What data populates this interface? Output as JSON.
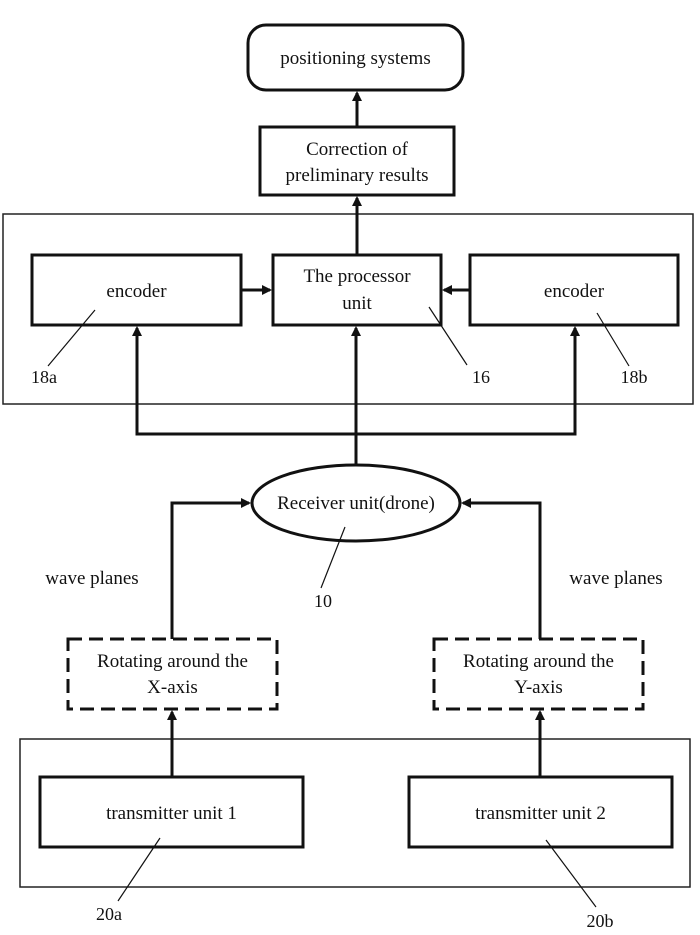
{
  "nodes": {
    "positioning": "positioning systems",
    "correction_line1": "Correction of",
    "correction_line2": "preliminary results",
    "encoder_left": "encoder",
    "processor_line1": "The processor",
    "processor_line2": "unit",
    "encoder_right": "encoder",
    "receiver": "Receiver unit(drone)",
    "rotate_x_line1": "Rotating around the",
    "rotate_x_line2": "X-axis",
    "rotate_y_line1": "Rotating around the",
    "rotate_y_line2": "Y-axis",
    "transmitter1": "transmitter unit 1",
    "transmitter2": "transmitter unit 2"
  },
  "labels": {
    "wave_left": "wave planes",
    "wave_right": "wave planes"
  },
  "refs": {
    "encoder_left": "18a",
    "processor": "16",
    "encoder_right": "18b",
    "receiver": "10",
    "transmitter1": "20a",
    "transmitter2": "20b"
  },
  "colors": {
    "stroke": "#111111",
    "background": "#ffffff"
  }
}
